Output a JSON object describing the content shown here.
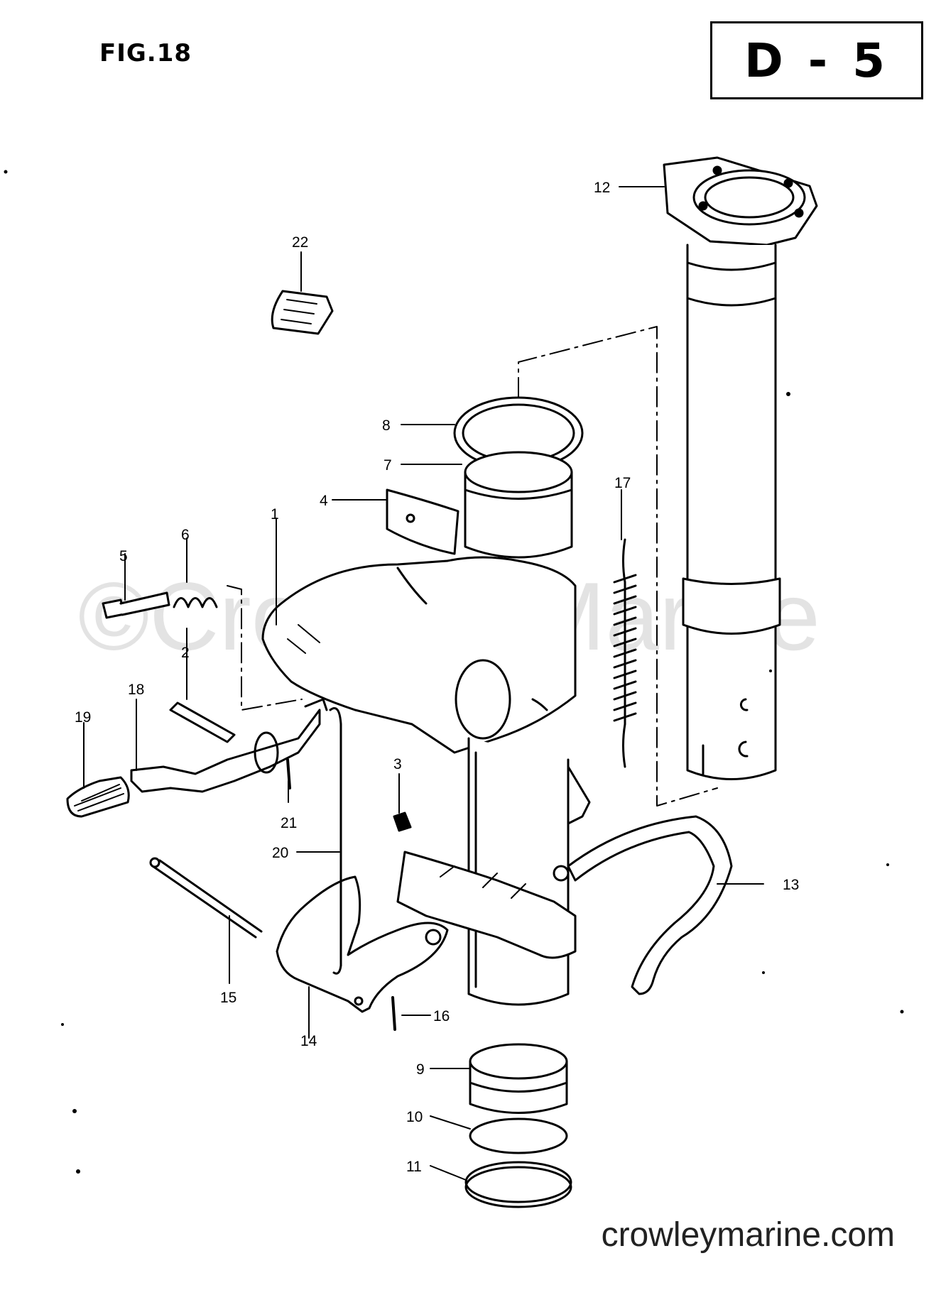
{
  "figure_label": "FIG.18",
  "page_code": "D - 5",
  "watermark_text": "©Crowley Marine",
  "site_url": "crowleymarine.com",
  "callouts": [
    "1",
    "2",
    "3",
    "4",
    "5",
    "6",
    "7",
    "8",
    "9",
    "10",
    "11",
    "12",
    "13",
    "14",
    "15",
    "16",
    "17",
    "18",
    "19",
    "20",
    "21",
    "22"
  ]
}
